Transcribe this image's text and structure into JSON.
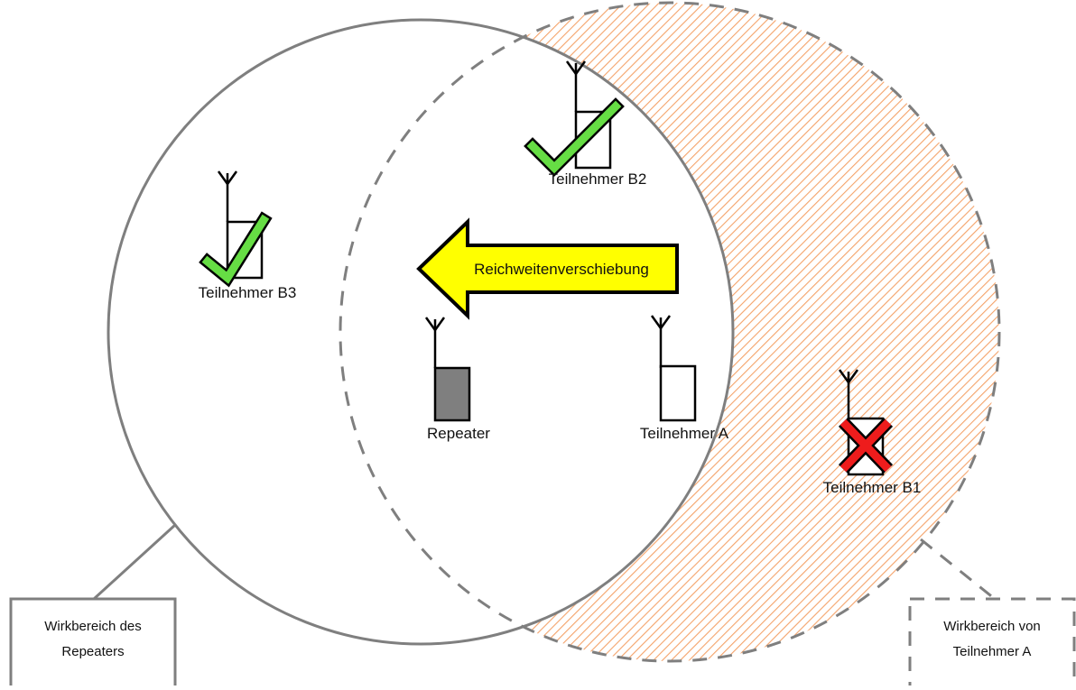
{
  "colors": {
    "repeater_circle": "#7f7f7f",
    "participant_circle": "#7f7f7f",
    "hatch": "#f4a36a",
    "arrow_fill": "#ffff00",
    "repeater_body": "#7f7f7f",
    "check": "#66dd44",
    "cross": "#ee1c1c"
  },
  "arrow": {
    "label": "Reichweitenverschiebung"
  },
  "devices": {
    "repeater": {
      "label": "Repeater",
      "icon": "radio-device-icon"
    },
    "teilnehmer_a": {
      "label": "Teilnehmer A",
      "icon": "radio-device-icon"
    },
    "teilnehmer_b1": {
      "label": "Teilnehmer B1",
      "status": "cross-icon"
    },
    "teilnehmer_b2": {
      "label": "Teilnehmer B2",
      "status": "check-icon"
    },
    "teilnehmer_b3": {
      "label": "Teilnehmer B3",
      "status": "check-icon"
    }
  },
  "callouts": {
    "repeater_area": {
      "line1": "Wirkbereich des",
      "line2": "Repeaters"
    },
    "participant_area": {
      "line1": "Wirkbereich von",
      "line2": "Teilnehmer A"
    }
  }
}
